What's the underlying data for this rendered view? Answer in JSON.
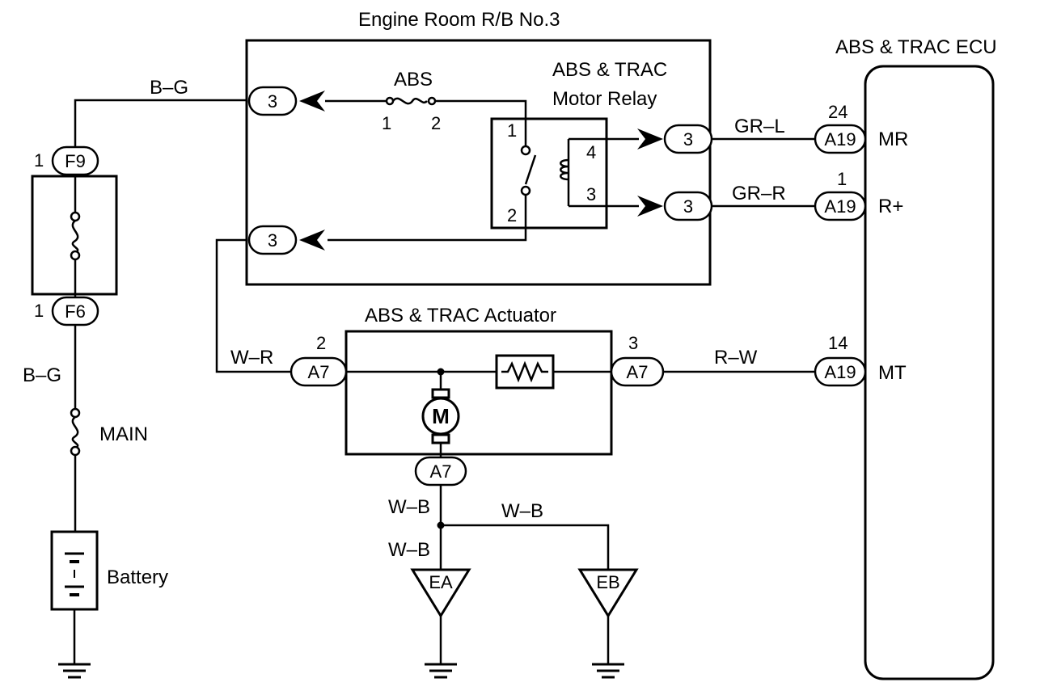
{
  "labels": {
    "rb_title": "Engine Room R/B No.3",
    "ecu_title": "ABS & TRAC ECU",
    "relay_line1": "ABS & TRAC",
    "relay_line2": "Motor Relay",
    "actuator_title": "ABS & TRAC Actuator",
    "abs_fuse": "ABS",
    "main_fuse": "MAIN",
    "battery": "Battery"
  },
  "wires": {
    "b_g_top": "B–G",
    "b_g_left": "B–G",
    "gr_l": "GR–L",
    "gr_r": "GR–R",
    "w_r": "W–R",
    "r_w": "R–W",
    "w_b_1": "W–B",
    "w_b_2": "W–B",
    "w_b_3": "W–B"
  },
  "connectors": {
    "f9": "F9",
    "f6": "F6",
    "rb_left_top": "3",
    "rb_left_bottom": "3",
    "rb_right_top": "3",
    "rb_right_bottom": "3",
    "a19_mr": "A19",
    "a19_rplus": "A19",
    "a19_mt": "A19",
    "a7_left": "A7",
    "a7_right": "A7",
    "a7_bottom": "A7",
    "ea": "EA",
    "eb": "EB"
  },
  "pins": {
    "f9": "1",
    "f6": "1",
    "fuse_1": "1",
    "fuse_2": "2",
    "relay_1": "1",
    "relay_2": "2",
    "relay_3": "3",
    "relay_4": "4",
    "a19_mr": "24",
    "a19_rplus": "1",
    "a19_mt": "14",
    "a7_left": "2",
    "a7_right": "3"
  },
  "terminals": {
    "mr": "MR",
    "rplus": "R+",
    "mt": "MT"
  },
  "symbols": {
    "motor": "M"
  }
}
